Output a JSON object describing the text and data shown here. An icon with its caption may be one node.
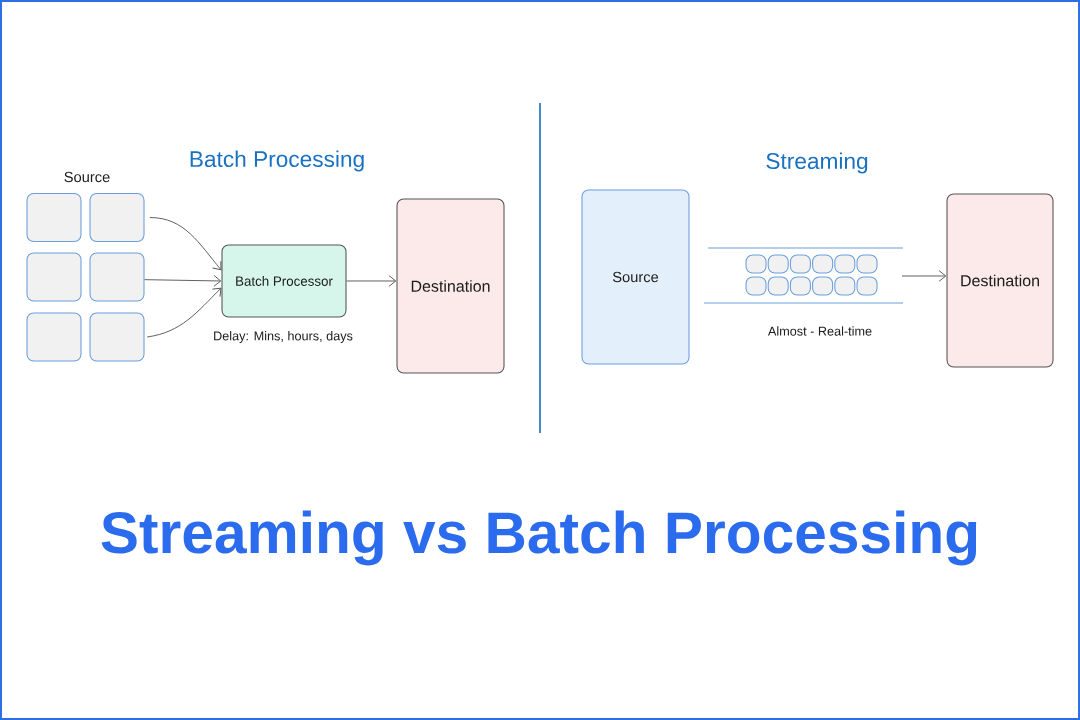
{
  "diagram": {
    "title": "Streaming vs Batch Processing",
    "nodes": [
      {
        "text": [],
        "shape": "box"
      },
      {
        "text": [],
        "shape": "box"
      },
      {
        "text": [],
        "shape": "box"
      },
      {
        "text": [],
        "shape": "box"
      },
      {
        "text": [],
        "shape": "box"
      },
      {
        "text": [],
        "shape": "box"
      },
      {
        "text": [
          "Batch Processor"
        ],
        "beside": [
          "Delay: Mins, hours, days"
        ]
      },
      {
        "text": [
          "Destination"
        ]
      },
      {
        "text": [
          "Source"
        ]
      },
      {
        "text": [],
        "shape": "box"
      },
      {
        "text": [],
        "shape": "box"
      },
      {
        "text": [],
        "shape": "box"
      },
      {
        "text": [],
        "shape": "box"
      },
      {
        "text": [],
        "shape": "box"
      },
      {
        "text": [],
        "shape": "box"
      },
      {
        "text": [],
        "shape": "box"
      },
      {
        "text": [],
        "shape": "box"
      },
      {
        "text": [],
        "shape": "box"
      },
      {
        "text": [],
        "shape": "box"
      },
      {
        "text": [],
        "shape": "box"
      },
      {
        "text": [],
        "shape": "box"
      },
      {
        "text": [
          "Destination"
        ]
      }
    ],
    "edges": [
      {
        "from": 1,
        "to": 6,
        "arrow": "to"
      },
      {
        "from": 3,
        "to": 6,
        "arrow": "to"
      },
      {
        "from": 5,
        "to": 6,
        "arrow": "to"
      },
      {
        "from": 6,
        "to": 7,
        "arrow": "to"
      },
      {
        "from": null,
        "to": 21,
        "arrow": "to"
      }
    ],
    "labels": [
      "Batch Processing",
      "Source",
      "Streaming",
      "Almost - Real-time"
    ]
  }
}
